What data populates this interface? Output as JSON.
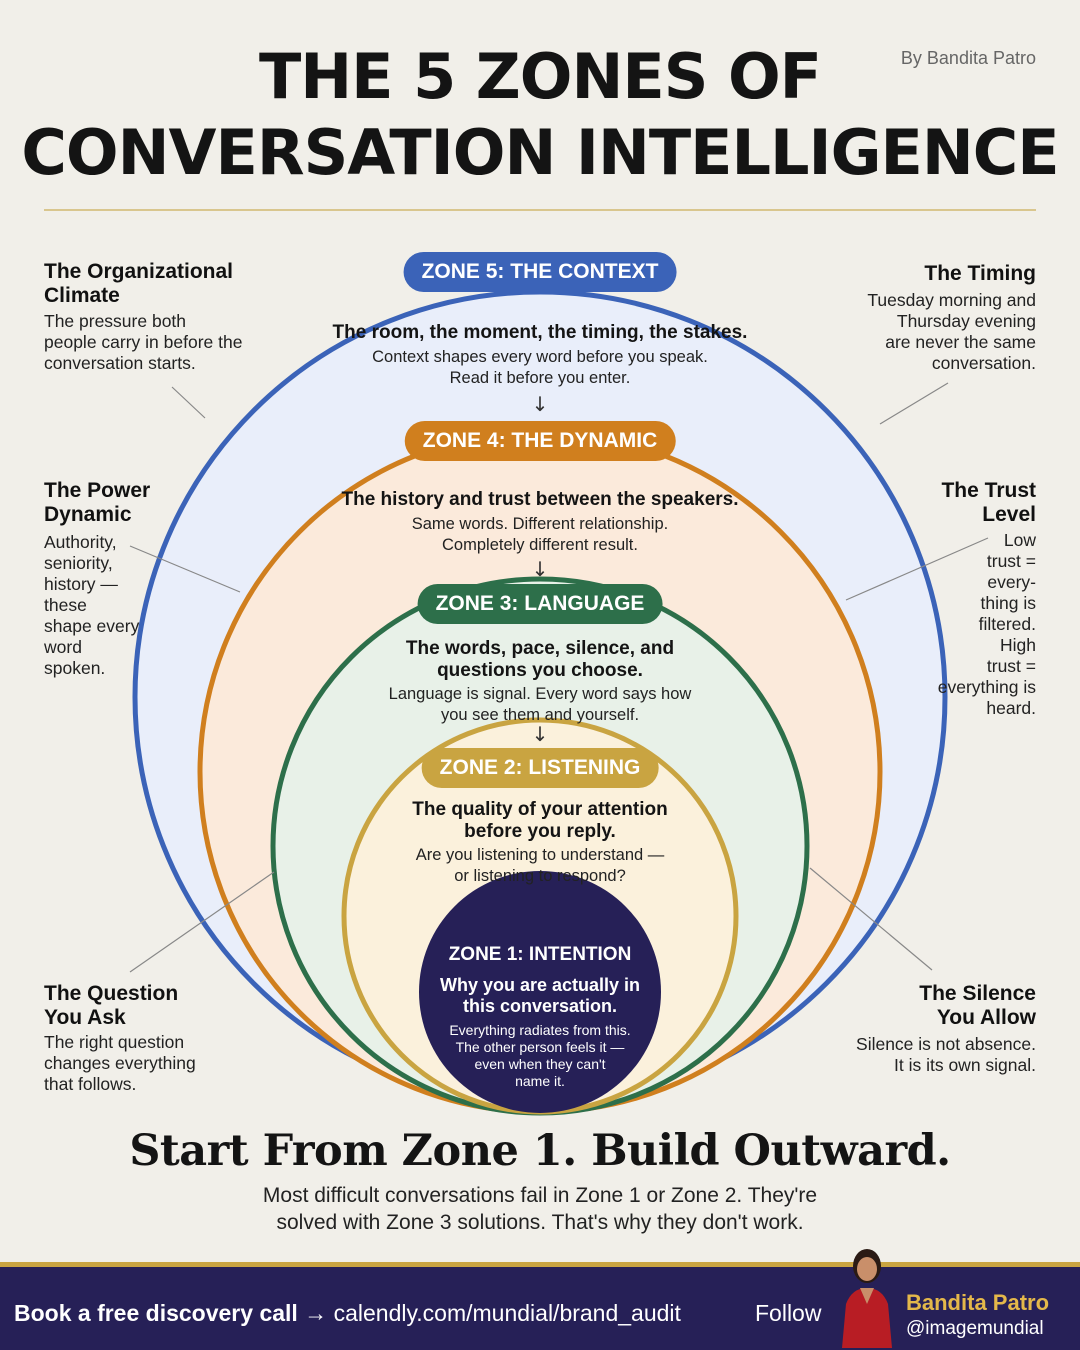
{
  "header": {
    "title_line1": "THE 5 ZONES OF",
    "title_line2": "CONVERSATION INTELLIGENCE",
    "byline": "By Bandita Patro"
  },
  "zones": {
    "zone5": {
      "badge": "ZONE 5: THE CONTEXT",
      "headline": "The room, the moment, the timing, the stakes.",
      "line1": "Context shapes every word before you speak.",
      "line2": "Read it before you enter.",
      "color": "#3b63b8"
    },
    "zone4": {
      "badge": "ZONE 4: THE DYNAMIC",
      "headline": "The history and trust between the speakers.",
      "line1": "Same words. Different relationship.",
      "line2": "Completely different result.",
      "color": "#d07f1e"
    },
    "zone3": {
      "badge": "ZONE 3: LANGUAGE",
      "headline_line1": "The words, pace, silence, and",
      "headline_line2": "questions you choose.",
      "line1": "Language is signal. Every word says how",
      "line2": "you see them and yourself.",
      "color": "#2d6f4a"
    },
    "zone2": {
      "badge": "ZONE 2: LISTENING",
      "headline_line1": "The quality of your attention",
      "headline_line2": "before you reply.",
      "line1": "Are you listening to understand —",
      "line2": "or listening to respond?",
      "color": "#c9a441"
    },
    "zone1": {
      "title": "ZONE 1: INTENTION",
      "headline_line1": "Why you are actually in",
      "headline_line2": "this conversation.",
      "line1": "Everything radiates from this.",
      "line2": "The other person feels it —",
      "line3": "even when they can't",
      "line4": "name it.",
      "color": "#262057"
    },
    "arrow": "↓"
  },
  "callouts": {
    "org_climate": {
      "title_line1": "The Organizational",
      "title_line2": "Climate",
      "lines": [
        "The pressure both",
        "people carry in before the",
        "conversation starts."
      ]
    },
    "timing": {
      "title": "The Timing",
      "lines": [
        "Tuesday morning and",
        "Thursday evening",
        "are never the same",
        "conversation."
      ]
    },
    "power": {
      "title_line1": "The Power",
      "title_line2": "Dynamic",
      "lines": [
        "Authority,",
        "seniority,",
        "history —",
        "these",
        "shape every",
        "word",
        "spoken."
      ]
    },
    "trust": {
      "title_line1": "The Trust",
      "title_line2": "Level",
      "lines": [
        "Low",
        "trust =",
        "every-",
        "thing is",
        "filtered.",
        "High",
        "trust =",
        "everything is",
        "heard."
      ]
    },
    "question": {
      "title_line1": "The Question",
      "title_line2": "You Ask",
      "lines": [
        "The right question",
        "changes everything",
        "that follows."
      ]
    },
    "silence": {
      "title_line1": "The Silence",
      "title_line2": "You Allow",
      "lines": [
        "Silence is not absence.",
        "It is its own signal."
      ]
    }
  },
  "bottom": {
    "title": "Start From Zone 1. Build Outward.",
    "line1": "Most difficult conversations fail in Zone 1 or Zone 2. They're",
    "line2": "solved with Zone 3 solutions. That's why they don't work."
  },
  "footer": {
    "cta_bold": "Book a free discovery call",
    "cta_arrow": "→",
    "cta_link": "calendly.com/mundial/brand_audit",
    "follow": "Follow",
    "name": "Bandita Patro",
    "handle": "@imagemundial"
  }
}
